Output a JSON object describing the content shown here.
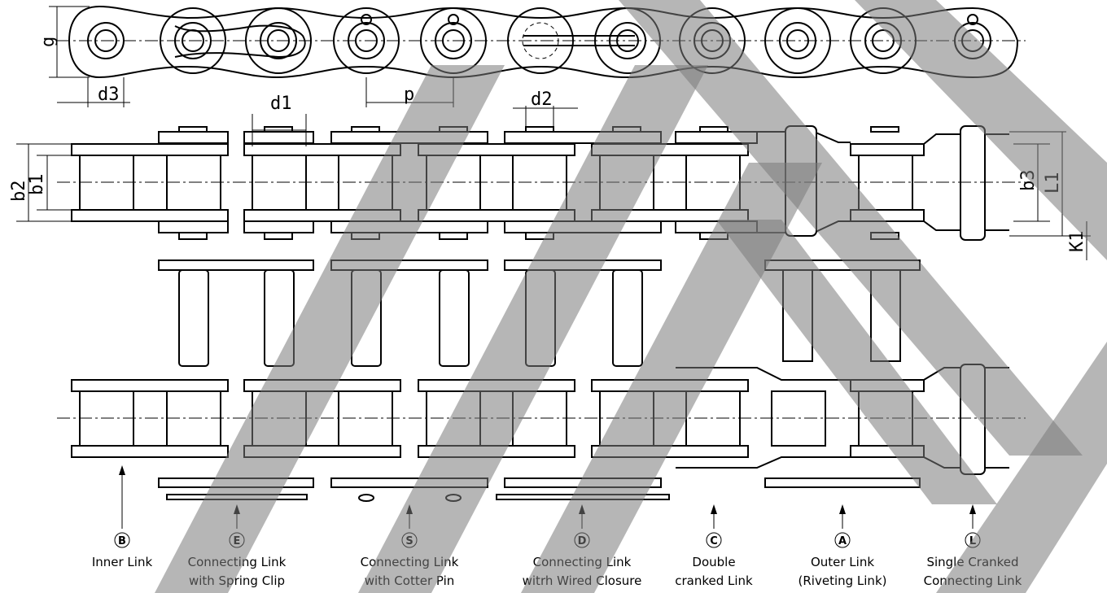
{
  "dimensions": {
    "g": "g",
    "d3": "d3",
    "d1": "d1",
    "p": "p",
    "d2": "d2",
    "b2": "b2",
    "b1": "b1",
    "b3": "b3",
    "L1": "L1",
    "K1": "K1"
  },
  "links": [
    {
      "letter": "B",
      "line1": "Inner Link",
      "line2": ""
    },
    {
      "letter": "E",
      "line1": "Connecting Link",
      "line2": "with Spring Clip"
    },
    {
      "letter": "S",
      "line1": "Connecting Link",
      "line2": "with Cotter Pin"
    },
    {
      "letter": "D",
      "line1": "Connecting Link",
      "line2": "witrh Wired Closure"
    },
    {
      "letter": "C",
      "line1": "Double",
      "line2": "cranked Link"
    },
    {
      "letter": "A",
      "line1": "Outer Link",
      "line2": "(Riveting Link)"
    },
    {
      "letter": "L",
      "line1": "Single Cranked",
      "line2": "Connecting Link"
    }
  ],
  "colors": {
    "line": "#000000",
    "watermark": "#7a7a7a",
    "background": "#ffffff"
  }
}
